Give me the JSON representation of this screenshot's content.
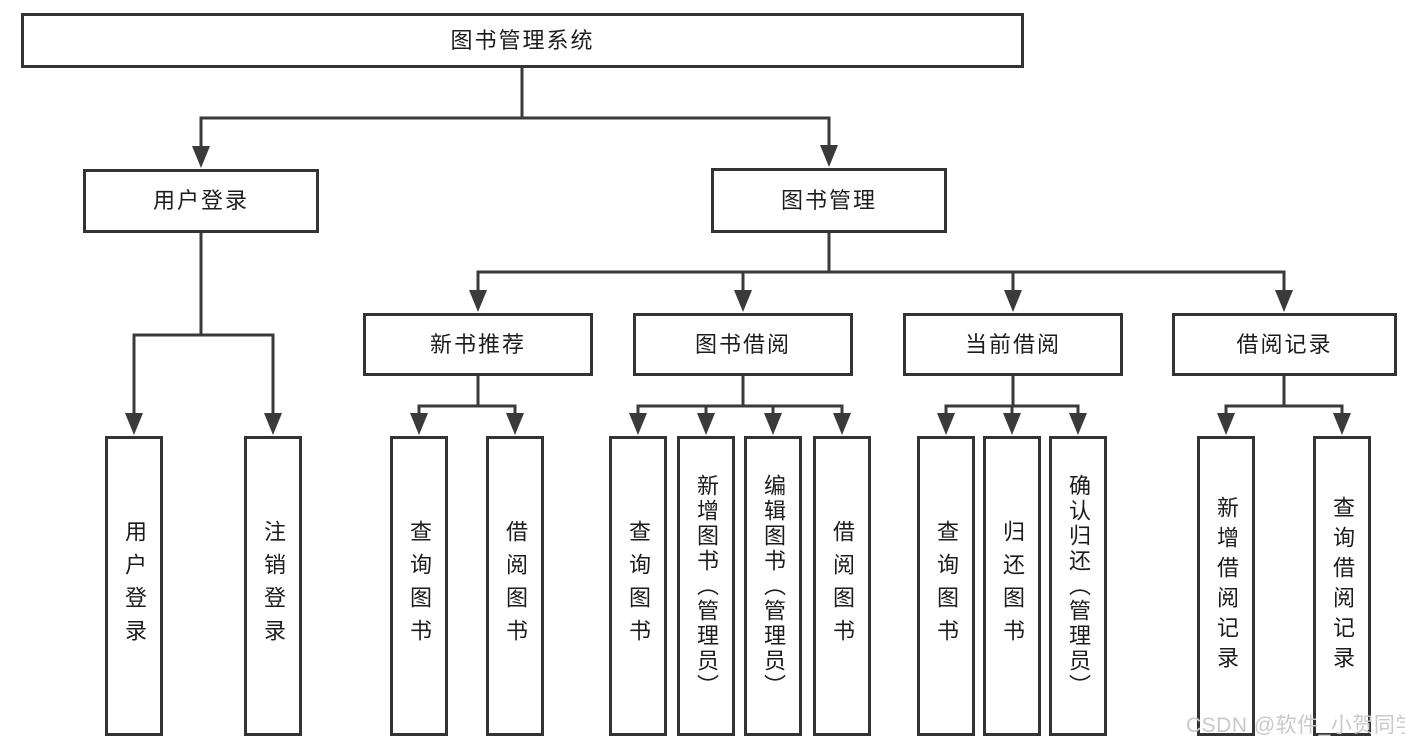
{
  "diagram": {
    "title": "图书管理系统",
    "level2": [
      {
        "label": "用户登录"
      },
      {
        "label": "图书管理"
      }
    ],
    "level3": [
      {
        "label": "新书推荐"
      },
      {
        "label": "图书借阅"
      },
      {
        "label": "当前借阅"
      },
      {
        "label": "借阅记录"
      }
    ],
    "leaves": [
      {
        "label": "用户登录"
      },
      {
        "label": "注销登录"
      },
      {
        "label": "查询图书"
      },
      {
        "label": "借阅图书"
      },
      {
        "label": "查询图书"
      },
      {
        "label": "新增图书（管理员）"
      },
      {
        "label": "编辑图书（管理员）"
      },
      {
        "label": "借阅图书"
      },
      {
        "label": "查询图书"
      },
      {
        "label": "归还图书"
      },
      {
        "label": "确认归还（管理员）"
      },
      {
        "label": "新增借阅记录"
      },
      {
        "label": "查询借阅记录"
      }
    ]
  },
  "watermark": {
    "text": "CSDN @软件_小贺同学"
  },
  "colors": {
    "line": "#3a3a3a",
    "border": "#333333",
    "text": "#1c1c1c",
    "watermark": "#c9c9c9",
    "background": "#ffffff"
  }
}
